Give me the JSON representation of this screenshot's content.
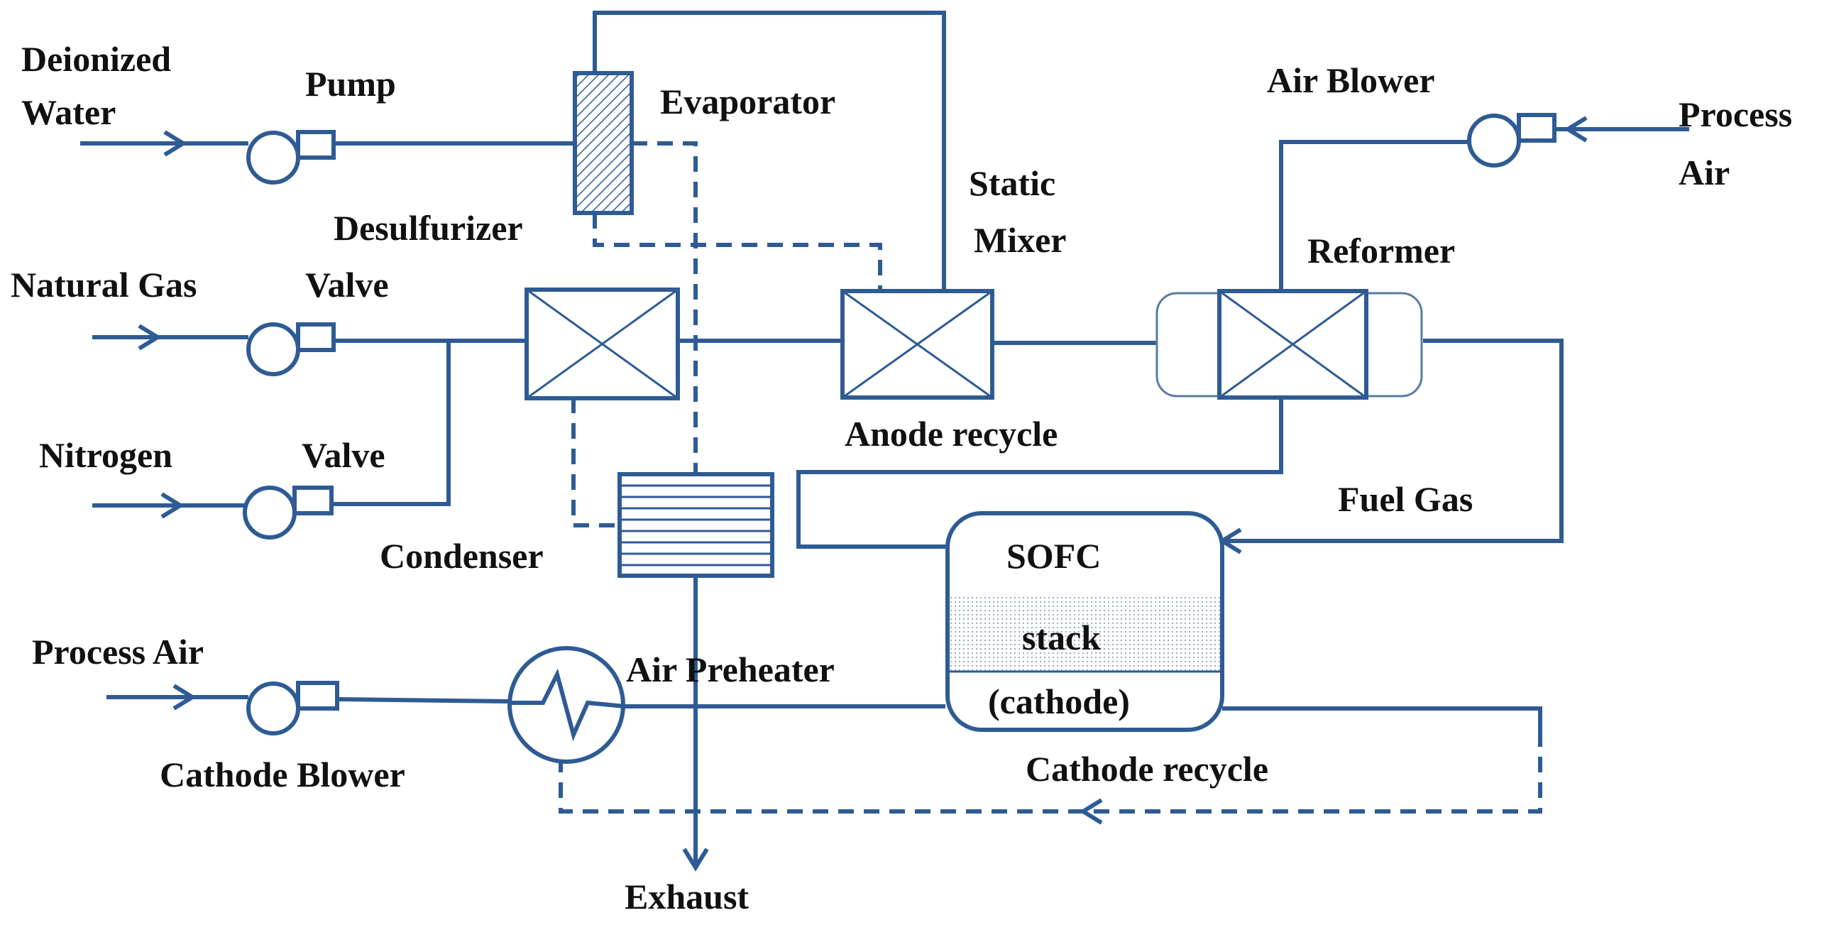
{
  "colors": {
    "line": "#2e5b94",
    "text": "#111111",
    "background": "#ffffff"
  },
  "labels": {
    "deionized": "Deionized",
    "water": "Water",
    "pump": "Pump",
    "evaporator": "Evaporator",
    "desulfurizer": "Desulfurizer",
    "static": "Static",
    "mixer": "Mixer",
    "air_blower": "Air Blower",
    "process_air_right_1": "Process",
    "process_air_right_2": "Air",
    "reformer": "Reformer",
    "natural_gas": "Natural Gas",
    "valve_1": "Valve",
    "nitrogen": "Nitrogen",
    "valve_2": "Valve",
    "anode_recycle": "Anode recycle",
    "fuel_gas": "Fuel Gas",
    "condenser": "Condenser",
    "sofc": "SOFC",
    "stack": "stack",
    "cathode": "(cathode)",
    "process_air_left": "Process Air",
    "air_preheater": "Air Preheater",
    "cathode_blower": "Cathode Blower",
    "cathode_recycle": "Cathode recycle",
    "exhaust": "Exhaust"
  },
  "icons": {
    "pump": "pump-icon",
    "valve": "valve-icon",
    "blower": "blower-icon",
    "mixer": "cross-box-icon",
    "evaporator": "hatched-column-icon",
    "condenser": "striped-box-icon",
    "preheater": "heat-exchanger-icon"
  }
}
